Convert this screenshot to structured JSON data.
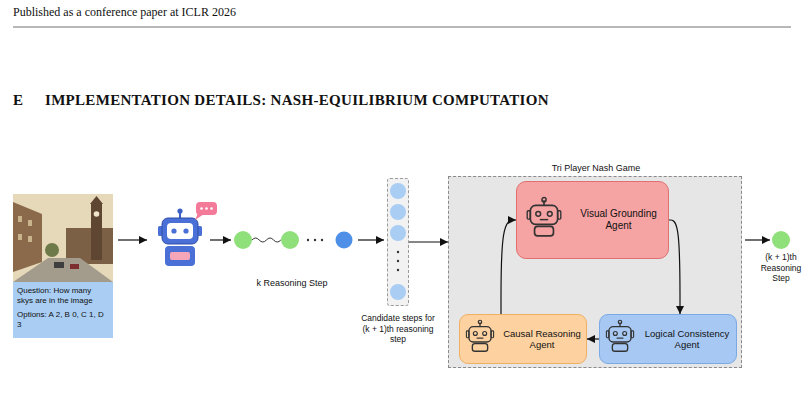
{
  "diagram": {
    "nodes": [
      {
        "text": [
          "Question: How many skys are in the image",
          "Options: A 2, B 0, C 1, D 3"
        ]
      },
      {
        "text": [
          "Candidate steps for (k + 1)th reasoning step"
        ]
      },
      {
        "text": [
          "Tri Player Nash Game"
        ]
      },
      {
        "text": [
          "Visual Grounding Agent"
        ],
        "in": 2
      },
      {
        "text": [
          "Causal Reasoning Agent"
        ],
        "in": 2
      },
      {
        "text": [
          "Logical Consistency Agent"
        ],
        "in": 2
      }
    ],
    "edges": [
      {
        "from": 1,
        "to": 2,
        "arrow": "to"
      },
      {
        "from": 3,
        "to": 5,
        "arrow": "to"
      },
      {
        "from": 5,
        "to": 4,
        "arrow": "to"
      },
      {
        "from": 4,
        "to": 3,
        "arrow": "to"
      }
    ],
    "labels": [
      "Published as a conference paper at ICLR 2026",
      "E",
      "IMPLEMENTATION DETAILS: NASH-EQUILIBRIUM COMPUTATION",
      "k Reasoning Step",
      "(k + 1)th Reasoning Step"
    ]
  }
}
